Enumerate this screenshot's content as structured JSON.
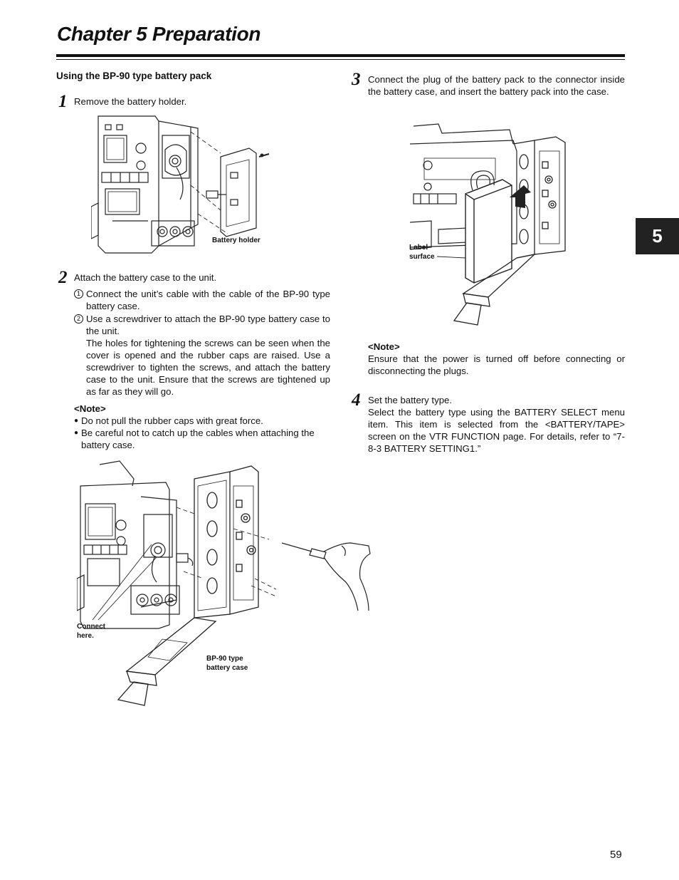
{
  "header": {
    "chapter_title": "Chapter 5  Preparation"
  },
  "section": {
    "heading": "Using the BP-90 type battery pack"
  },
  "steps": {
    "s1": {
      "number": "1",
      "text": "Remove the battery holder.",
      "callout": "Battery holder"
    },
    "s2": {
      "number": "2",
      "text": "Attach the battery case to the unit.",
      "sub1_mark": "1",
      "sub1": "Connect the unit’s cable with the cable of the BP-90 type battery case.",
      "sub2_mark": "2",
      "sub2": "Use a screwdriver to attach the BP-90 type battery case to the unit.",
      "sub2_detail": "The holes for tightening the screws can be seen when the cover is opened and the rubber caps are raised. Use a screwdriver to tighten the screws, and attach the battery case to the unit.  Ensure that the screws are tightened up as far as they will go.",
      "note_heading": "<Note>",
      "note_bullets": [
        "Do not pull the rubber caps with great force.",
        "Be careful not to catch up the cables when attaching the battery case."
      ],
      "callout_connect": "Connect\nhere.",
      "callout_case": "BP-90 type\nbattery case"
    },
    "s3": {
      "number": "3",
      "text": "Connect the plug of the battery pack to the connector inside the battery case, and insert the battery pack into the case.",
      "callout_label": "Label\nsurface",
      "note_heading": "<Note>",
      "note_text": "Ensure that the power is turned off before connecting or disconnecting the plugs."
    },
    "s4": {
      "number": "4",
      "text": "Set the battery type.",
      "detail": "Select the battery type using the BATTERY SELECT menu item.   This item is selected from the <BATTERY/TAPE> screen on the VTR FUNCTION page.  For details, refer to “7-8-3 BATTERY SETTING1.”"
    }
  },
  "chapter_tab": "5",
  "page_number": "59",
  "bullet_symbol": "●"
}
